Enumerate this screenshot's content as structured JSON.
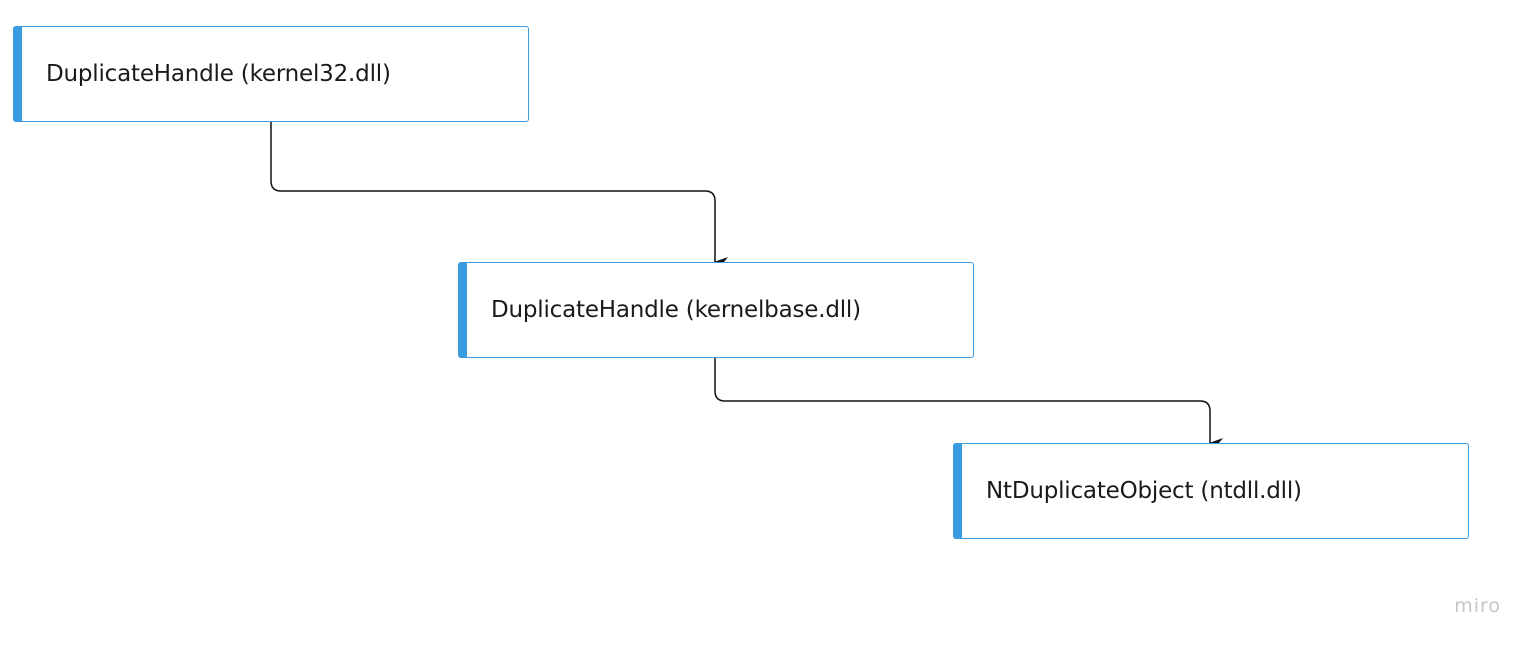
{
  "diagram": {
    "nodes": [
      {
        "id": "n1",
        "label": "DuplicateHandle (kernel32.dll)"
      },
      {
        "id": "n2",
        "label": "DuplicateHandle (kernelbase.dll)"
      },
      {
        "id": "n3",
        "label": "NtDuplicateObject (ntdll.dll)"
      }
    ],
    "edges": [
      {
        "from": "n1",
        "to": "n2"
      },
      {
        "from": "n2",
        "to": "n3"
      }
    ],
    "colors": {
      "node_border": "#3a9be0",
      "connector": "#111111",
      "watermark": "#c6c6c6"
    }
  },
  "watermark": "miro"
}
